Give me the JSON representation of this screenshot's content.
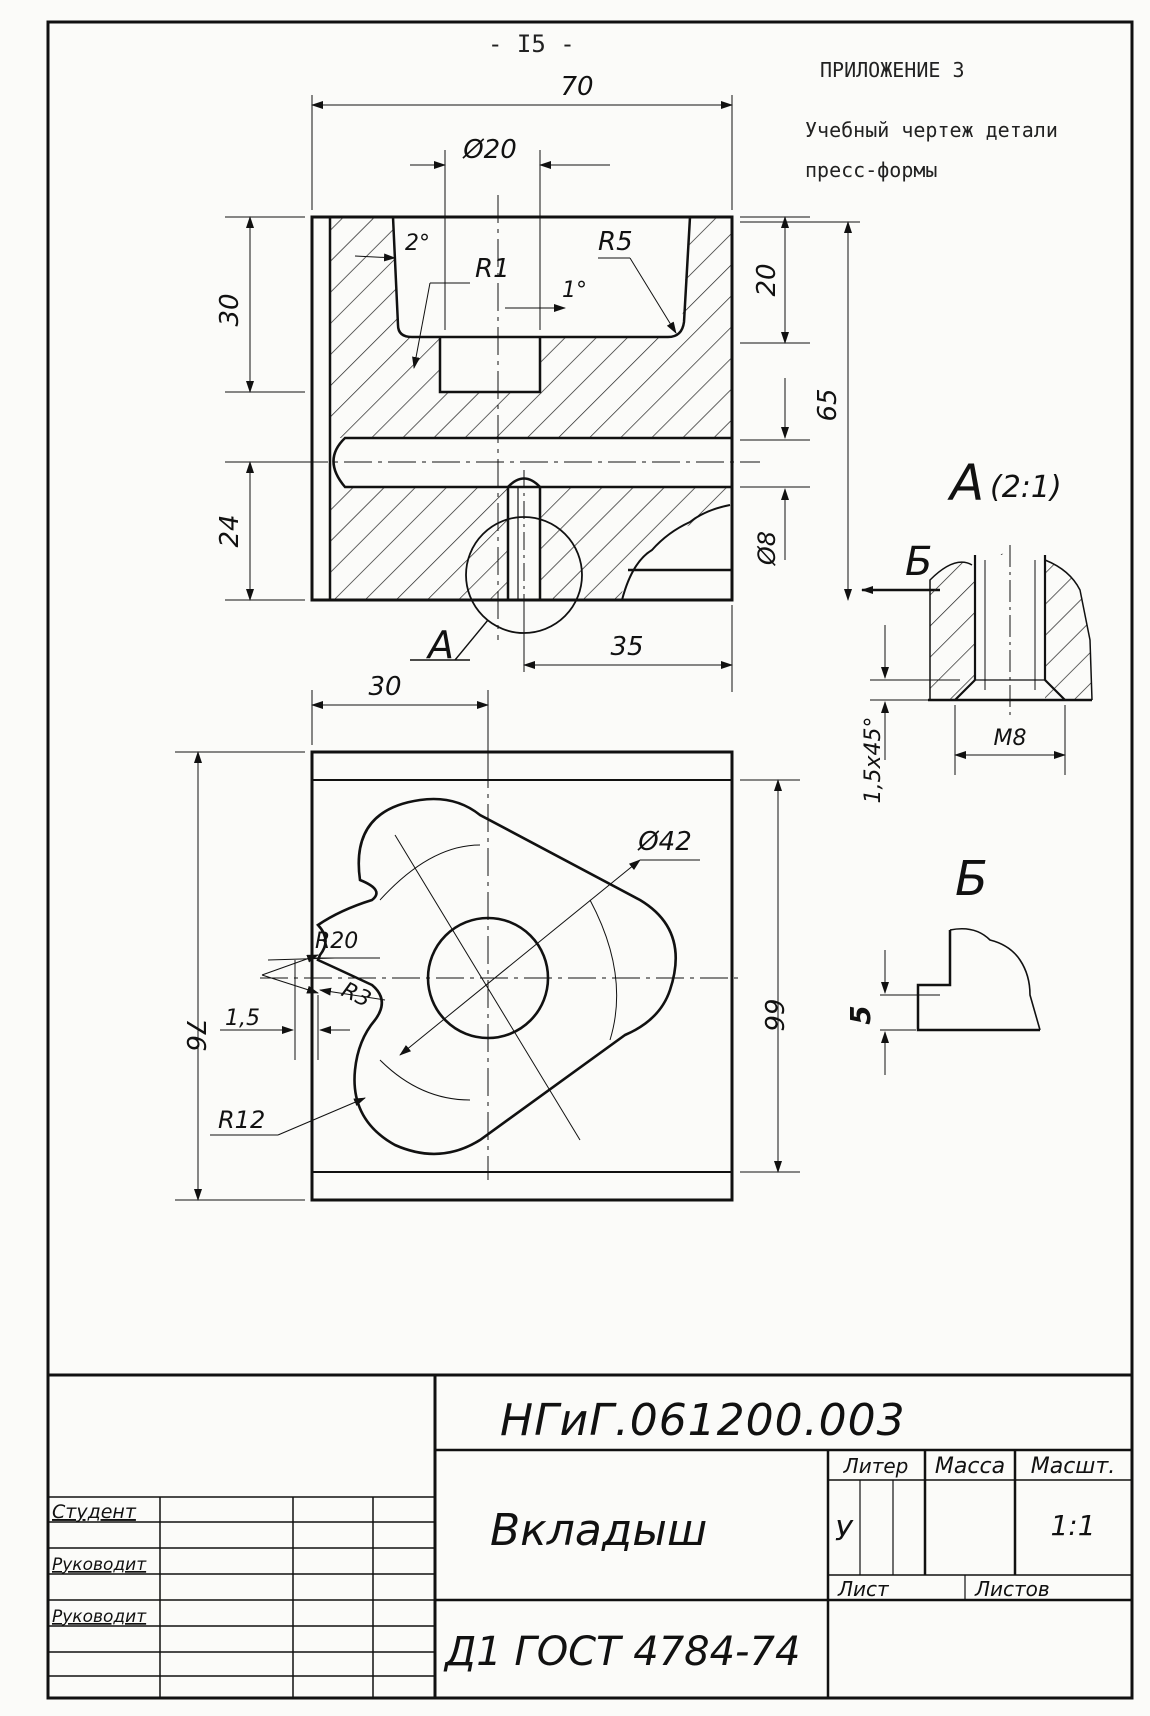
{
  "header": {
    "page_number": "- I5 -",
    "appendix": "ПРИЛОЖЕНИЕ 3",
    "caption_line1": "Учебный чертеж детали",
    "caption_line2": "пресс-формы"
  },
  "dims": {
    "width_70": "70",
    "dia_20": "Ø20",
    "angle_2": "2°",
    "r1": "R1",
    "r5": "R5",
    "angle_1": "1°",
    "h_30": "30",
    "h_20": "20",
    "h_65": "65",
    "h_24": "24",
    "dia_8": "Ø8",
    "d_35": "35",
    "d_30": "30",
    "dia_42": "Ø42",
    "r20": "R20",
    "r3": "R3",
    "d_1_5": "1,5",
    "h_76": "76",
    "h_66": "66",
    "r12": "R12"
  },
  "views": {
    "detail_label": "A",
    "detail_title": "A",
    "detail_scale": "(2:1)",
    "view_b_arrow": "Б",
    "view_b_title": "Б",
    "chamfer": "1,5x45°",
    "thread": "M8",
    "step_5": "5"
  },
  "title_block": {
    "doc_code": "НГиГ.061200.003",
    "part_name": "Вкладыш",
    "material": "Д1 ГОСТ 4784-74",
    "col_liter": "Литер",
    "col_mass": "Масса",
    "col_scale": "Масшт.",
    "liter_value": "У",
    "scale_value": "1:1",
    "sheet": "Лист",
    "sheets": "Листов",
    "role_student": "Студент",
    "role_supervisor1": "Руководит",
    "role_supervisor2": "Руководит"
  }
}
